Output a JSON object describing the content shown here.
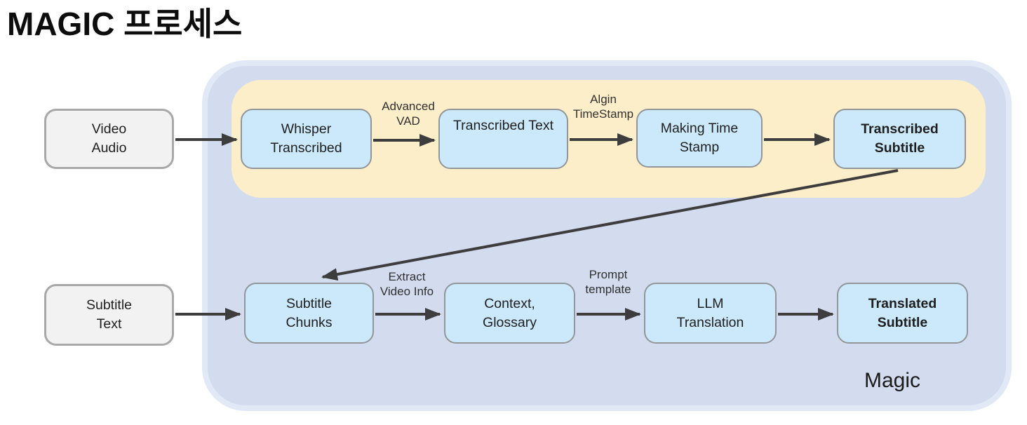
{
  "title": "MAGIC 프로세스",
  "magic_label": "Magic",
  "inputs": {
    "video_audio": "Video\nAudio",
    "subtitle_text": "Subtitle\nText"
  },
  "pipeline_top": {
    "whisper": "Whisper\nTranscribed",
    "transcribed_text": "Transcribed Text",
    "making_time_stamp": "Making Time\nStamp",
    "transcribed_subtitle": "Transcribed\nSubtitle"
  },
  "pipeline_bottom": {
    "subtitle_chunks": "Subtitle\nChunks",
    "context_glossary": "Context,\nGlossary",
    "llm_translation": "LLM\nTranslation",
    "translated_subtitle": "Translated\nSubtitle"
  },
  "arrow_labels": {
    "advanced_vad": "Advanced\nVAD",
    "algin_timestamp": "Algin\nTimeStamp",
    "extract_video_info": "Extract\nVideo Info",
    "prompt_template": "Prompt\ntemplate"
  },
  "colors": {
    "outer-container": "#d3dcef",
    "outer-border": "#e2e9f6",
    "inner-container": "#fdeeca",
    "node-fill": "#cbe9fa",
    "node-border": "#929699",
    "input-fill": "#f2f2f2",
    "input-border": "#a8a8a8",
    "arrow": "#3d3d3d",
    "text": "#262626"
  }
}
